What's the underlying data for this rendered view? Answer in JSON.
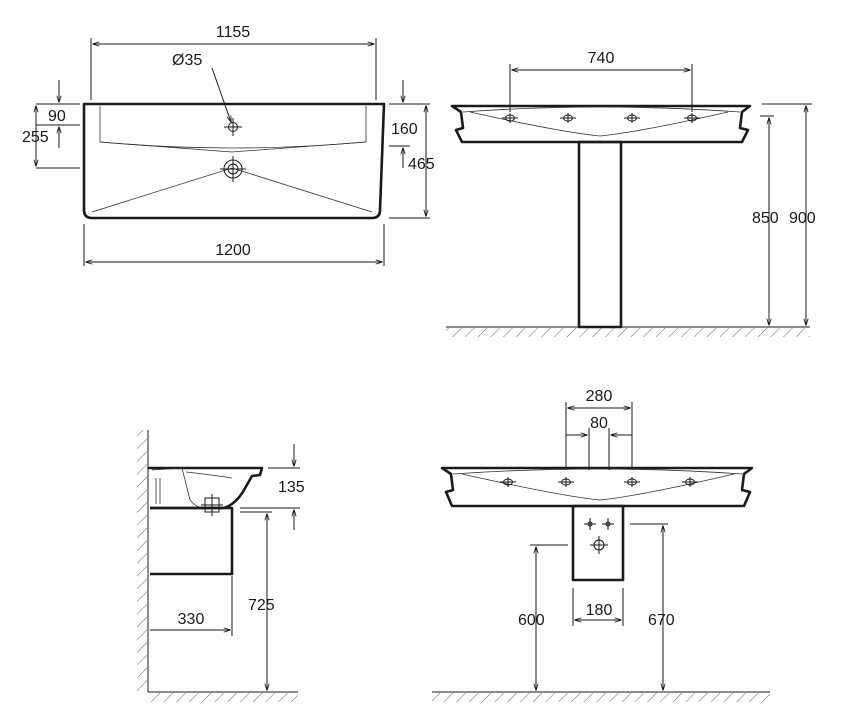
{
  "top_view": {
    "width_overall": "1155",
    "hole_diameter": "Ø35",
    "dim_90": "90",
    "dim_255": "255",
    "dim_160": "160",
    "dim_465": "465",
    "width_bottom": "1200"
  },
  "front_pedestal": {
    "tap_spacing": "740",
    "height_850": "850",
    "height_900": "900"
  },
  "side_view": {
    "dim_135": "135",
    "depth_330": "330",
    "height_725": "725"
  },
  "front_semi": {
    "width_280": "280",
    "width_80": "80",
    "width_180": "180",
    "height_600": "600",
    "height_670": "670"
  }
}
